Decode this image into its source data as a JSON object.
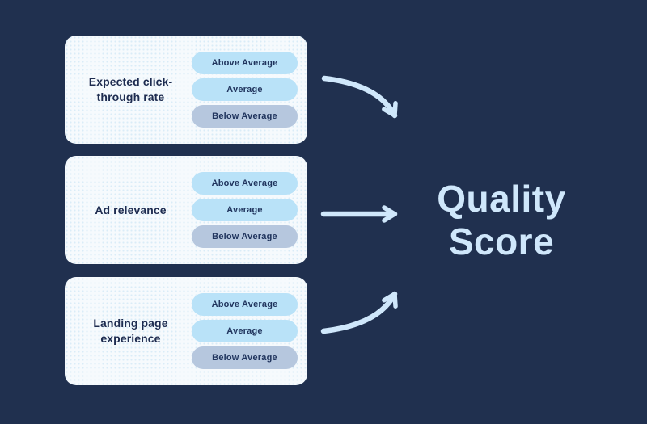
{
  "diagram": {
    "background_color": "#20304f",
    "card_color": "#f6fafd",
    "accent_light_blue": "#cfe7fb",
    "pill_blue_color": "#b9e2f8",
    "pill_gray_color": "#b6c7de",
    "text_navy_color": "#1e2c50"
  },
  "factors": [
    {
      "label": "Expected click-through rate",
      "ratings": [
        {
          "label": "Above Average",
          "tone": "blue"
        },
        {
          "label": "Average",
          "tone": "blue"
        },
        {
          "label": "Below Average",
          "tone": "gray"
        }
      ]
    },
    {
      "label": "Ad relevance",
      "ratings": [
        {
          "label": "Above Average",
          "tone": "blue"
        },
        {
          "label": "Average",
          "tone": "blue"
        },
        {
          "label": "Below Average",
          "tone": "gray"
        }
      ]
    },
    {
      "label": "Landing page experience",
      "ratings": [
        {
          "label": "Above Average",
          "tone": "blue"
        },
        {
          "label": "Average",
          "tone": "blue"
        },
        {
          "label": "Below Average",
          "tone": "gray"
        }
      ]
    }
  ],
  "arrows": [
    {
      "name": "curved-down-right-arrow"
    },
    {
      "name": "straight-right-arrow"
    },
    {
      "name": "curved-up-right-arrow"
    }
  ],
  "result": {
    "label": "Quality Score"
  }
}
